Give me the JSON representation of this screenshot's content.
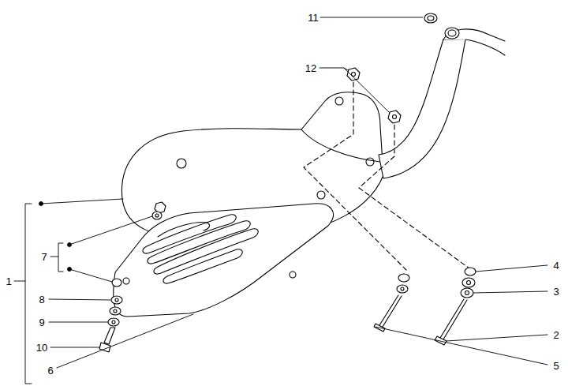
{
  "diagram": {
    "labels": [
      "11",
      "12",
      "1",
      "7",
      "8",
      "9",
      "10",
      "6",
      "4",
      "3",
      "2",
      "5"
    ]
  }
}
